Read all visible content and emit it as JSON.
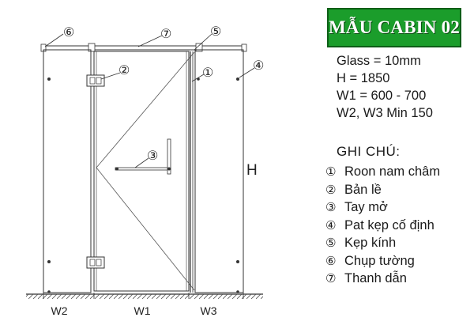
{
  "badge": {
    "title": "MẪU CABIN 02"
  },
  "specs": [
    "Glass = 10mm",
    "H = 1850",
    "W1 = 600 - 700",
    "W2, W3  Min 150"
  ],
  "notes": {
    "title": "GHI CHÚ:",
    "items": [
      {
        "num": "①",
        "label": "Roon nam châm"
      },
      {
        "num": "②",
        "label": "Bản lề"
      },
      {
        "num": "③",
        "label": "Tay mở"
      },
      {
        "num": "④",
        "label": "Pat kẹp cố định"
      },
      {
        "num": "⑤",
        "label": "Kẹp kính"
      },
      {
        "num": "⑥",
        "label": "Chụp tường"
      },
      {
        "num": "⑦",
        "label": "Thanh dẫn"
      }
    ]
  },
  "drawing": {
    "height_label": "H",
    "width_labels": [
      "W2",
      "W1",
      "W3"
    ],
    "callouts": [
      "①",
      "②",
      "③",
      "④",
      "⑤",
      "⑥",
      "⑦"
    ]
  }
}
